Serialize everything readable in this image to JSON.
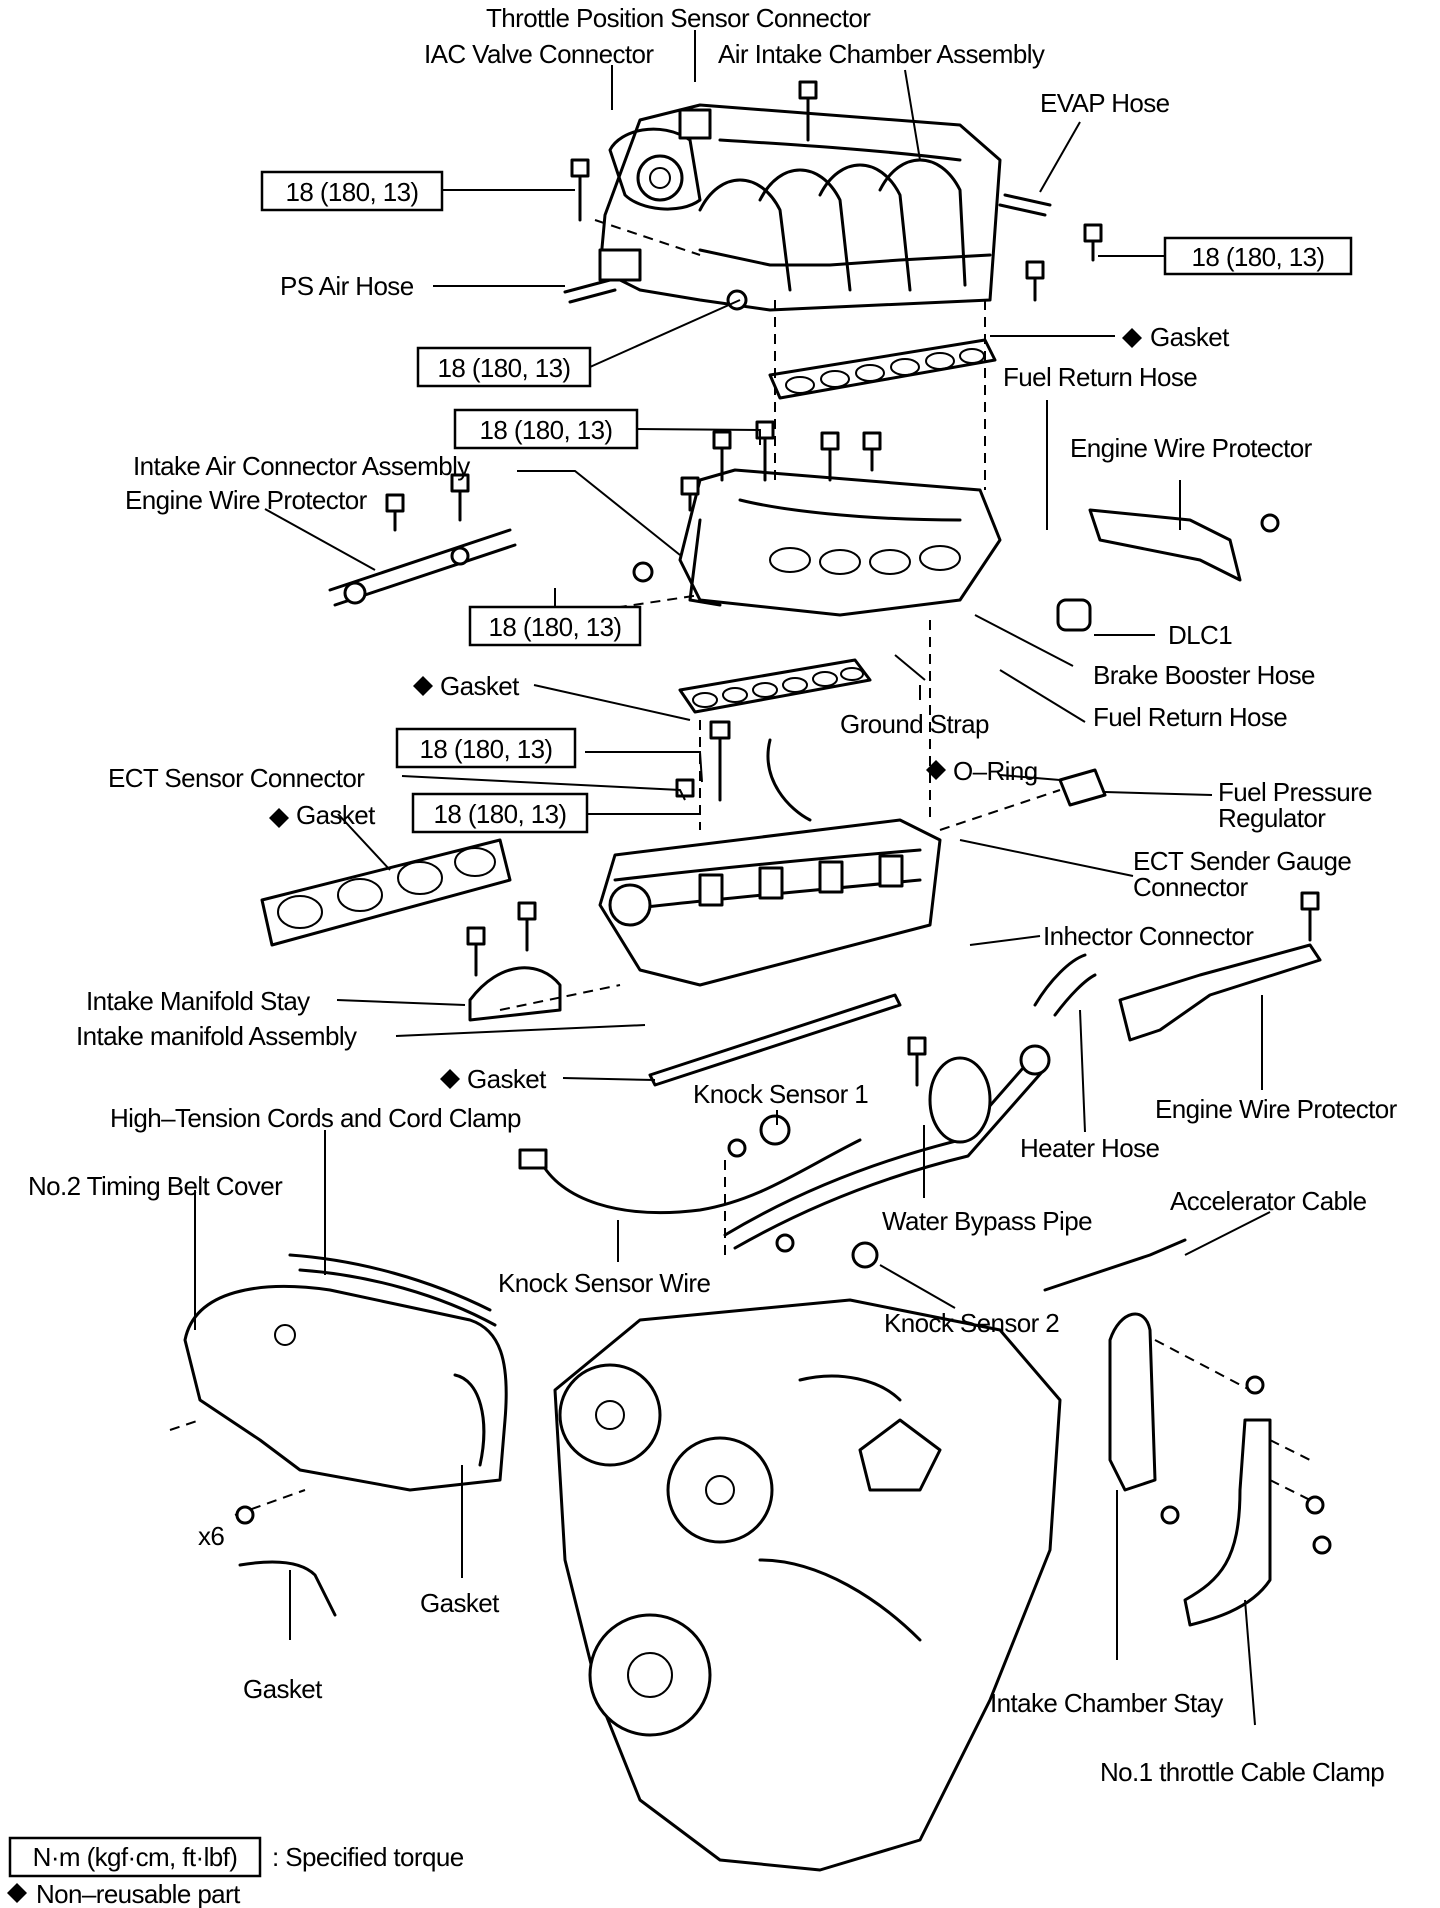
{
  "labels": {
    "throttle_position_sensor_connector": "Throttle Position Sensor Connector",
    "iac_valve_connector": "IAC Valve Connector",
    "air_intake_chamber_assembly": "Air Intake Chamber Assembly",
    "evap_hose": "EVAP Hose",
    "ps_air_hose": "PS Air Hose",
    "gasket_upper": "Gasket",
    "fuel_return_hose_upper": "Fuel Return Hose",
    "engine_wire_protector_right_upper": "Engine Wire Protector",
    "intake_air_connector_assembly": "Intake Air Connector Assembly",
    "engine_wire_protector_left": "Engine Wire Protector",
    "dlc1": "DLC1",
    "brake_booster_hose": "Brake Booster Hose",
    "gasket_middle": "Gasket",
    "ground_strap": "Ground Strap",
    "fuel_return_hose_lower": "Fuel Return Hose",
    "ect_sensor_connector": "ECT Sensor Connector",
    "o_ring": "O–Ring",
    "fuel_pressure_regulator_1": "Fuel Pressure",
    "fuel_pressure_regulator_2": "Regulator",
    "gasket_left_manifold": "Gasket",
    "ect_sender_gauge_connector_1": "ECT Sender Gauge",
    "ect_sender_gauge_connector_2": "Connector",
    "inhector_connector": "Inhector Connector",
    "intake_manifold_stay": "Intake Manifold Stay",
    "intake_manifold_assembly": "Intake manifold Assembly",
    "gasket_lower": "Gasket",
    "knock_sensor_1": "Knock Sensor 1",
    "engine_wire_protector_right_lower": "Engine Wire Protector",
    "high_tension_cords": "High–Tension Cords and Cord Clamp",
    "heater_hose": "Heater Hose",
    "no2_timing_belt_cover": "No.2 Timing Belt Cover",
    "accelerator_cable": "Accelerator Cable",
    "water_bypass_pipe": "Water Bypass Pipe",
    "knock_sensor_wire": "Knock Sensor Wire",
    "knock_sensor_2": "Knock Sensor 2",
    "x6": "x6",
    "gasket_cover": "Gasket",
    "gasket_small": "Gasket",
    "intake_chamber_stay": "Intake Chamber Stay",
    "no1_throttle_cable_clamp": "No.1 throttle Cable Clamp"
  },
  "torque_boxes": [
    "18 (180, 13)",
    "18 (180, 13)",
    "18 (180, 13)",
    "18 (180, 13)",
    "18 (180, 13)",
    "18 (180, 13)",
    "18 (180, 13)"
  ],
  "legend": {
    "torque_box": "N·m (kgf·cm, ft·lbf)",
    "torque_text": ": Specified torque",
    "nonreusable_text": "Non–reusable part"
  }
}
